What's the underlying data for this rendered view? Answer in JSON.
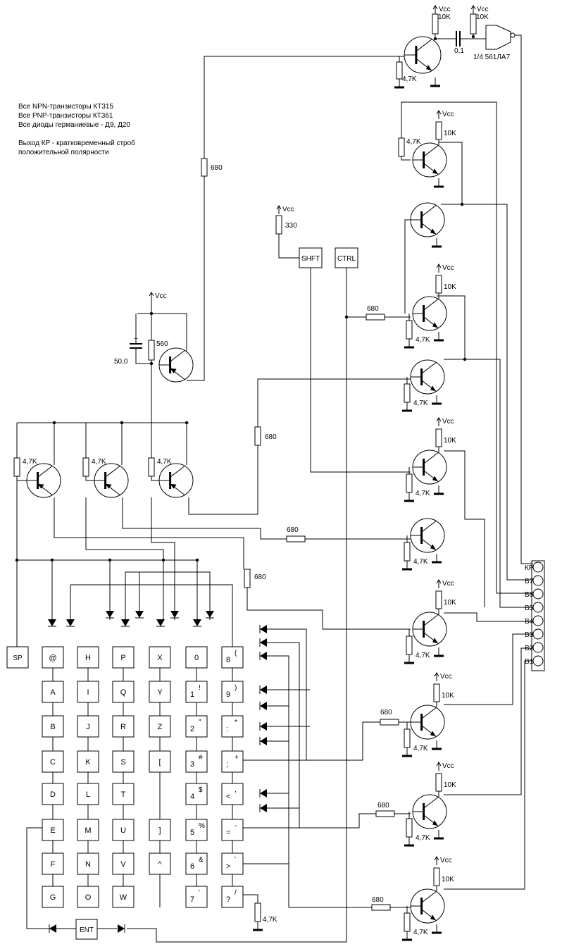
{
  "notes": {
    "line1": "Все NPN-транзисторы КТ315",
    "line2": "Все PNP-транзисторы КТ361",
    "line3": "Все диоды германиевые - Д9, Д20",
    "line4": "Выход КР - кратковременный строб",
    "line5": "положительной полярности"
  },
  "labels": {
    "vcc": "Vcc",
    "r10k": "10K",
    "r4k7": "4,7K",
    "r680": "680",
    "r330": "330",
    "r560": "560",
    "cap01": "0,1",
    "cap50": "50,0",
    "plus": "+",
    "gate": "1/4 561ЛА7"
  },
  "special_keys": {
    "sp": "SP",
    "shift": "SHFT",
    "ctrl": "CTRL",
    "enter": "ENT"
  },
  "keyboard": {
    "rows": [
      [
        {
          "m": "@"
        },
        {
          "m": "H"
        },
        {
          "m": "P"
        },
        {
          "m": "X"
        },
        {
          "m": "0"
        },
        {
          "m": "8",
          "s": "("
        }
      ],
      [
        {
          "m": "A"
        },
        {
          "m": "I"
        },
        {
          "m": "Q"
        },
        {
          "m": "Y"
        },
        {
          "m": "1",
          "s": "!"
        },
        {
          "m": "9",
          "s": ")"
        }
      ],
      [
        {
          "m": "B"
        },
        {
          "m": "J"
        },
        {
          "m": "R"
        },
        {
          "m": "Z"
        },
        {
          "m": "2",
          "s": "\""
        },
        {
          "m": ":",
          "s": "*"
        }
      ],
      [
        {
          "m": "C"
        },
        {
          "m": "K"
        },
        {
          "m": "S"
        },
        {
          "m": "["
        },
        {
          "m": "3",
          "s": "#"
        },
        {
          "m": ";",
          "s": "+"
        }
      ],
      [
        {
          "m": "D"
        },
        {
          "m": "L"
        },
        {
          "m": "T"
        },
        null,
        {
          "m": "4",
          "s": "$"
        },
        {
          "m": "<",
          "s": ","
        }
      ],
      [
        {
          "m": "E"
        },
        {
          "m": "M"
        },
        {
          "m": "U"
        },
        {
          "m": "]"
        },
        {
          "m": "5",
          "s": "%"
        },
        {
          "m": "=",
          "s": "-"
        }
      ],
      [
        {
          "m": "F"
        },
        {
          "m": "N"
        },
        {
          "m": "V"
        },
        {
          "m": "^"
        },
        {
          "m": "6",
          "s": "&"
        },
        {
          "m": ">",
          "s": "'"
        }
      ],
      [
        {
          "m": "G"
        },
        {
          "m": "O"
        },
        {
          "m": "W"
        },
        null,
        {
          "m": "7",
          "s": "'"
        },
        {
          "m": "?",
          "s": "/"
        }
      ]
    ]
  },
  "connector": [
    "КР",
    "В7",
    "В6",
    "В5",
    "В4",
    "В3",
    "В2",
    "В1"
  ]
}
